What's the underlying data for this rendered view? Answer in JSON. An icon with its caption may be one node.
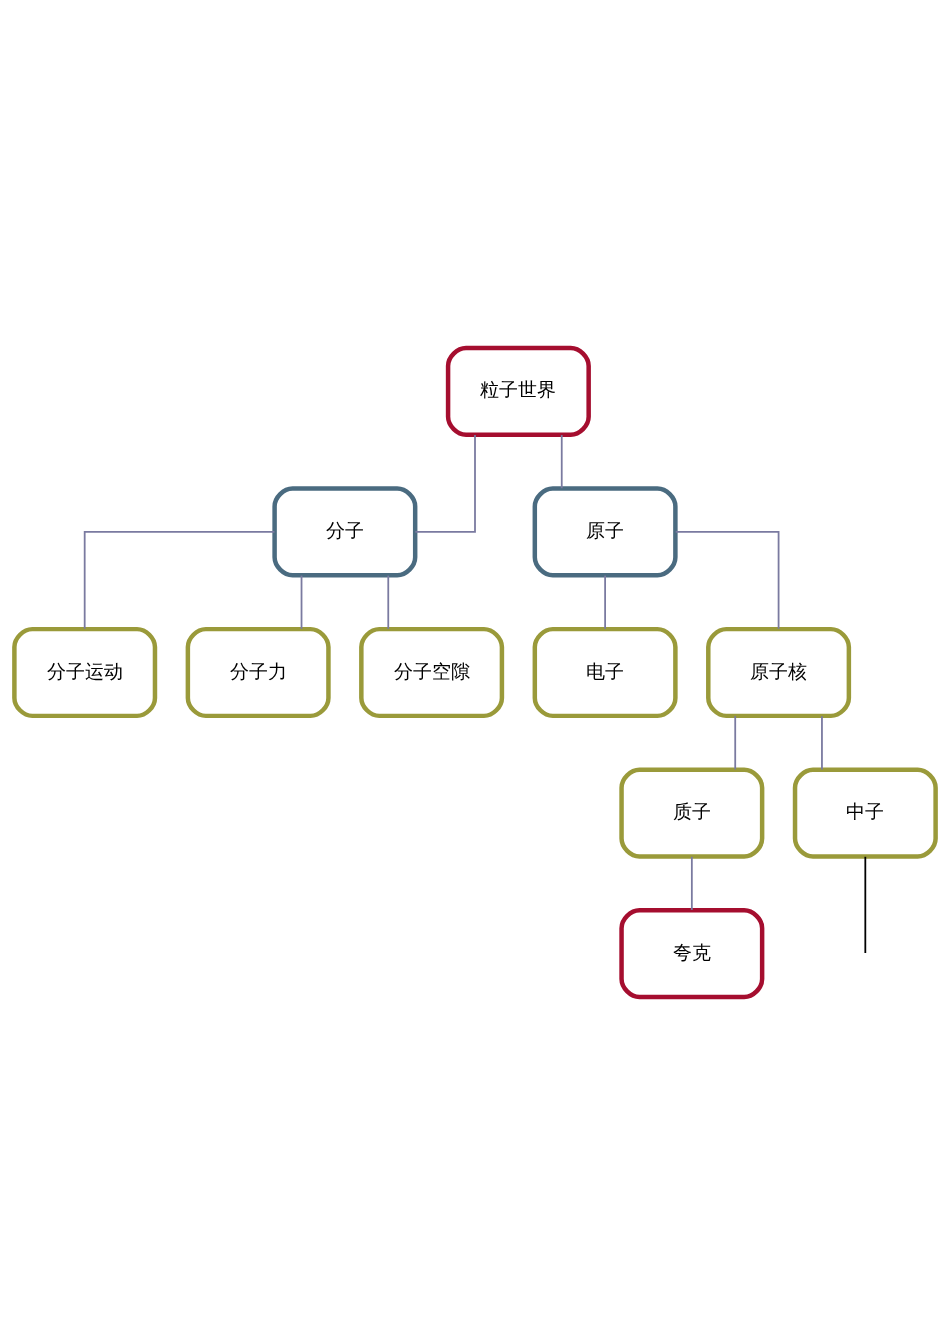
{
  "diagram": {
    "nodes": [
      {
        "text": [
          "粒子世界"
        ]
      },
      {
        "text": [
          "分子"
        ]
      },
      {
        "text": [
          "原子"
        ]
      },
      {
        "text": [
          "分子运动"
        ]
      },
      {
        "text": [
          "分子力"
        ]
      },
      {
        "text": [
          "分子空隙"
        ]
      },
      {
        "text": [
          "电子"
        ]
      },
      {
        "text": [
          "原子核"
        ]
      },
      {
        "text": [
          "质子"
        ]
      },
      {
        "text": [
          "夸克"
        ]
      },
      {
        "text": [
          "中子"
        ]
      }
    ],
    "edges": [
      {
        "from": 0,
        "to": 1,
        "arrow": "none"
      },
      {
        "from": 0,
        "to": 2,
        "arrow": "none"
      },
      {
        "from": 1,
        "to": 3,
        "arrow": "none"
      },
      {
        "from": 1,
        "to": 4,
        "arrow": "none"
      },
      {
        "from": 1,
        "to": 5,
        "arrow": "none"
      },
      {
        "from": 2,
        "to": 6,
        "arrow": "none"
      },
      {
        "from": 2,
        "to": 7,
        "arrow": "none"
      },
      {
        "from": 7,
        "to": 8,
        "arrow": "none"
      },
      {
        "from": 7,
        "to": 10,
        "arrow": "none"
      },
      {
        "from": 8,
        "to": 9,
        "arrow": "none"
      },
      {
        "from": 10,
        "to": null,
        "arrow": "none",
        "color": "#000000"
      }
    ]
  }
}
